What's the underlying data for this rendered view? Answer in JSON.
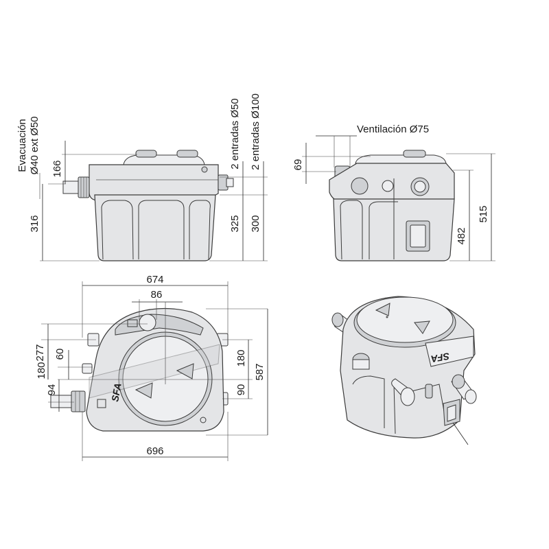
{
  "labels": {
    "evacuacion_line1": "Evacuación",
    "evacuacion_line2": "Ø40 ext Ø50",
    "entradas_50": "2 entradas Ø50",
    "entradas_100": "2 entradas Ø100",
    "ventilacion": "Ventilación Ø75",
    "brand_top": "SFA",
    "brand_iso": "SFA"
  },
  "dimensions": {
    "front": {
      "d166": "166",
      "d316": "316",
      "d325": "325",
      "d300": "300"
    },
    "side": {
      "d69": "69",
      "d482": "482",
      "d515": "515"
    },
    "top": {
      "d674": "674",
      "d86": "86",
      "d277": "277",
      "d180_left": "180",
      "d60": "60",
      "d94": "94",
      "d180_right": "180",
      "d90": "90",
      "d587": "587",
      "d696": "696"
    }
  }
}
